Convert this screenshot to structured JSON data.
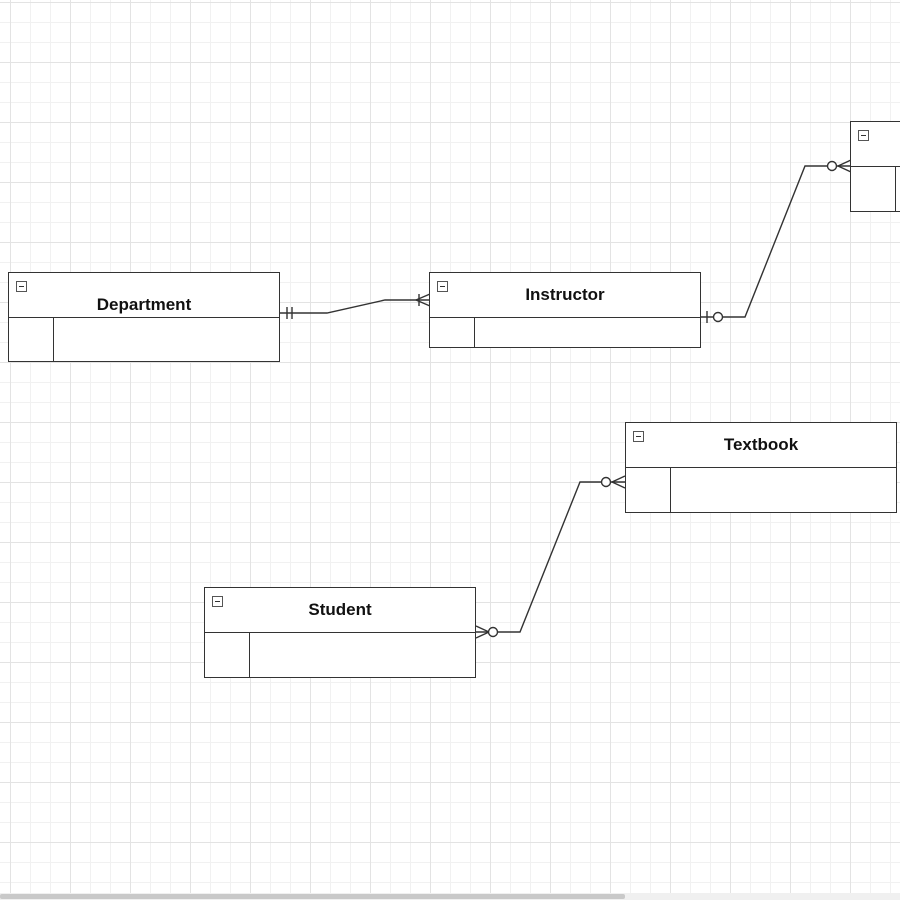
{
  "entities": {
    "department": {
      "title": "Department"
    },
    "instructor": {
      "title": "Instructor"
    },
    "textbook": {
      "title": "Textbook"
    },
    "student": {
      "title": "Student"
    },
    "offscreen": {
      "title": ""
    }
  },
  "relationships": [
    {
      "from": "Department",
      "to": "Instructor",
      "from_cardinality": "one-and-only-one",
      "to_cardinality": "one-or-many"
    },
    {
      "from": "Instructor",
      "to": "offscreen",
      "from_cardinality": "zero-or-one",
      "to_cardinality": "zero-or-many"
    },
    {
      "from": "Student",
      "to": "Textbook",
      "from_cardinality": "zero-or-many",
      "to_cardinality": "zero-or-many"
    }
  ],
  "colors": {
    "line": "#333333",
    "grid": "#e3e3e3",
    "background": "#ffffff"
  }
}
